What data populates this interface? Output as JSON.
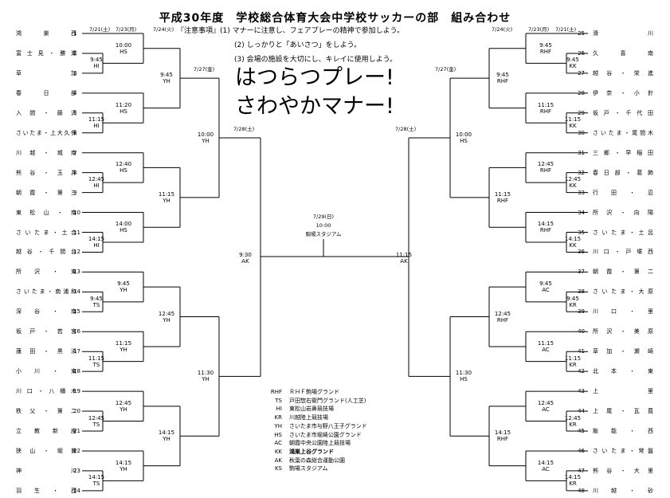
{
  "title": "平成30年度　学校総合体育大会中学校サッカーの部　組み合わせ",
  "notes": {
    "n1": "『注意事項』(1) マナーに注意し、フェアプレーの精神で参加しよう。",
    "n2": "(2) しっかりと「あいさつ」をしよう。",
    "n3": "(3) 会場の施設を大切にし、キレイに使用しよう。"
  },
  "slogan": {
    "line1": "はつらつプレー!",
    "line2": "さわやかマナー!"
  },
  "dates": {
    "l_d1": "7/21(土)",
    "l_d2": "7/23(月)",
    "l_d3": "7/24(火)",
    "l_d4": "7/27(金)",
    "l_d5": "7/28(土)",
    "r_d1": "7/24(火)",
    "r_d2": "7/23(月)",
    "r_d3": "7/21(土)",
    "r_d4": "7/27(金)",
    "r_d5": "7/28(土)"
  },
  "final": {
    "date": "7/29(日)",
    "time": "10:00",
    "venue": "駒場スタジアム"
  },
  "semis": {
    "left": {
      "t": "9:30",
      "v": "AK"
    },
    "right": {
      "t": "11:15",
      "v": "AK"
    }
  },
  "left_teams": [
    "鴻　巣　西",
    "富士見・勝瀬",
    "草　　　加",
    "春　日　部",
    "入間・藤沢",
    "さいたま・上大久保",
    "川越・城南",
    "熊谷・玉井",
    "朝霞・第三",
    "東松山・南",
    "さいたま・土合",
    "越谷・千間台",
    "所　沢　・　東",
    "さいたま・南浦和",
    "深　谷　・　南",
    "坂戸・若宮",
    "蓮田・黒浜",
    "小　川　・　東",
    "川口・八幡木",
    "秩父・第二",
    "立　教　新　座",
    "狭山・堀兼",
    "神　　　川",
    "羽　生　・　西"
  ],
  "left_nums": [
    "1",
    "2",
    "3",
    "4",
    "5",
    "6",
    "7",
    "8",
    "9",
    "10",
    "11",
    "12",
    "13",
    "14",
    "15",
    "16",
    "17",
    "18",
    "19",
    "20",
    "21",
    "22",
    "23",
    "24"
  ],
  "right_teams": [
    "滑　　　川",
    "久　喜　南",
    "越谷・栄進",
    "伊奈・小針",
    "坂戸・千代田",
    "さいたま・尾間木",
    "三郷・早稲田",
    "春日部・葛飾",
    "行　田　・　忍",
    "所沢・向陽",
    "さいたま・土呂",
    "川口・戸塚西",
    "朝霞・第二",
    "さいたま・大原",
    "川　口　・　里",
    "所沢・美原",
    "草加・瀬崎",
    "北　本　・　東",
    "上　　　　里",
    "上尾・瓦葺",
    "飯能・西",
    "さいたま・常盤",
    "熊谷・大里",
    "川　越　・　砂"
  ],
  "right_nums": [
    "25",
    "26",
    "27",
    "28",
    "29",
    "30",
    "31",
    "32",
    "33",
    "34",
    "35",
    "36",
    "37",
    "38",
    "39",
    "40",
    "41",
    "42",
    "43",
    "44",
    "45",
    "46",
    "47",
    "48"
  ],
  "left_r1": [
    {
      "t": "9:45",
      "v": "HI"
    },
    {
      "t": "11:15",
      "v": "HI"
    },
    {
      "t": "12:45",
      "v": "HI"
    },
    {
      "t": "14:15",
      "v": "HI"
    },
    {
      "t": "9:45",
      "v": "TS"
    },
    {
      "t": "11:15",
      "v": "TS"
    },
    {
      "t": "12:45",
      "v": "TS"
    },
    {
      "t": "14:15",
      "v": "TS"
    }
  ],
  "left_r2": [
    {
      "t": "10:00",
      "v": "HS"
    },
    {
      "t": "11:20",
      "v": "HS"
    },
    {
      "t": "12:40",
      "v": "HS"
    },
    {
      "t": "14:00",
      "v": "HS"
    },
    {
      "t": "9:45",
      "v": "YH"
    },
    {
      "t": "11:15",
      "v": "YH"
    },
    {
      "t": "12:45",
      "v": "YH"
    },
    {
      "t": "14:15",
      "v": "YH"
    }
  ],
  "left_r3": [
    {
      "t": "9:45",
      "v": "YH"
    },
    {
      "t": "11:15",
      "v": "YH"
    },
    {
      "t": "12:45",
      "v": "YH"
    },
    {
      "t": "14:15",
      "v": "YH"
    }
  ],
  "left_r4": [
    {
      "t": "10:00",
      "v": "YH"
    },
    {
      "t": "11:30",
      "v": "YH"
    }
  ],
  "right_r1": [
    {
      "t": "9:45",
      "v": "KK"
    },
    {
      "t": "11:15",
      "v": "KK"
    },
    {
      "t": "12:45",
      "v": "KK"
    },
    {
      "t": "14:15",
      "v": "KK"
    },
    {
      "t": "9:45",
      "v": "KR"
    },
    {
      "t": "11:15",
      "v": "KR"
    },
    {
      "t": "12:45",
      "v": "KR"
    },
    {
      "t": "14:15",
      "v": "KR"
    }
  ],
  "right_r2": [
    {
      "t": "9:45",
      "v": "RHF"
    },
    {
      "t": "11:15",
      "v": "RHF"
    },
    {
      "t": "12:45",
      "v": "RHF"
    },
    {
      "t": "14:15",
      "v": "RHF"
    },
    {
      "t": "9:45",
      "v": "AC"
    },
    {
      "t": "11:15",
      "v": "AC"
    },
    {
      "t": "12:45",
      "v": "AC"
    },
    {
      "t": "14:15",
      "v": "AC"
    }
  ],
  "right_r3": [
    {
      "t": "9:45",
      "v": "RHF"
    },
    {
      "t": "11:15",
      "v": "RHF"
    },
    {
      "t": "12:45",
      "v": "RHF"
    },
    {
      "t": "14:15",
      "v": "RHF"
    }
  ],
  "right_r4": [
    {
      "t": "10:00",
      "v": "HS"
    },
    {
      "t": "11:30",
      "v": "HS"
    }
  ],
  "legend": [
    {
      "code": "RHF",
      "name": "ＲＨＦ駒場グランド"
    },
    {
      "code": "TS",
      "name": "戸田惣右衛門グランド(人工芝)"
    },
    {
      "code": "HI",
      "name": "東松山岩鼻競技場"
    },
    {
      "code": "KR",
      "name": "川越陸上競技場"
    },
    {
      "code": "YH",
      "name": "さいたま市与野八王子グランド"
    },
    {
      "code": "HS",
      "name": "さいたま市堀崎公園グランド"
    },
    {
      "code": "AC",
      "name": "朝霞中央公園陸上競技場"
    },
    {
      "code": "KK",
      "name": "鴻巣上谷グランド"
    },
    {
      "code": "AK",
      "name": "秋葉の森総合運動公園"
    },
    {
      "code": "KS",
      "name": "駒場スタジアム"
    }
  ]
}
